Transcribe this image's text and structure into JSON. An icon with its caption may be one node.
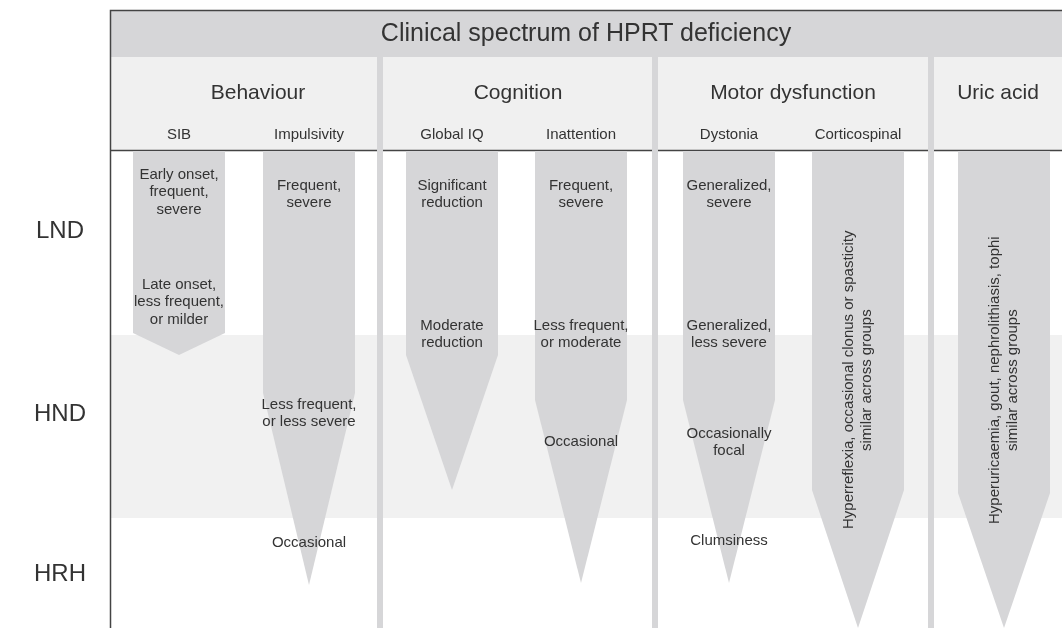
{
  "diagram": {
    "title": "Clinical spectrum of HPRT deficiency",
    "nodes": [
      {
        "text": [
          "Early onset, frequent, severe",
          "Late onset, less frequent, or milder"
        ]
      },
      {
        "text": [
          "Frequent, severe",
          "Less frequent, or less severe",
          "Occasional"
        ]
      },
      {
        "text": [
          "Significant reduction",
          "Moderate reduction"
        ]
      },
      {
        "text": [
          "Frequent, severe",
          "Less frequent, or moderate",
          "Occasional"
        ]
      },
      {
        "text": [
          "Generalized, severe",
          "Generalized, less severe",
          "Occasionally focal",
          "Clumsiness"
        ]
      },
      {
        "text": [
          "Hyperreflexia, occasional clonus or spasticity similar across groups"
        ]
      },
      {
        "text": [
          "Hyperuricaemia, gout, nephrolithiasis, tophi similar across groups"
        ]
      }
    ],
    "edges": [],
    "labels": [
      "Behaviour",
      "Cognition",
      "Motor dysfunction",
      "Uric acid",
      "SIB",
      "Impulsivity",
      "Global IQ",
      "Inattention",
      "Dystonia",
      "Corticospinal",
      "LND",
      "HND",
      "HRH"
    ]
  }
}
